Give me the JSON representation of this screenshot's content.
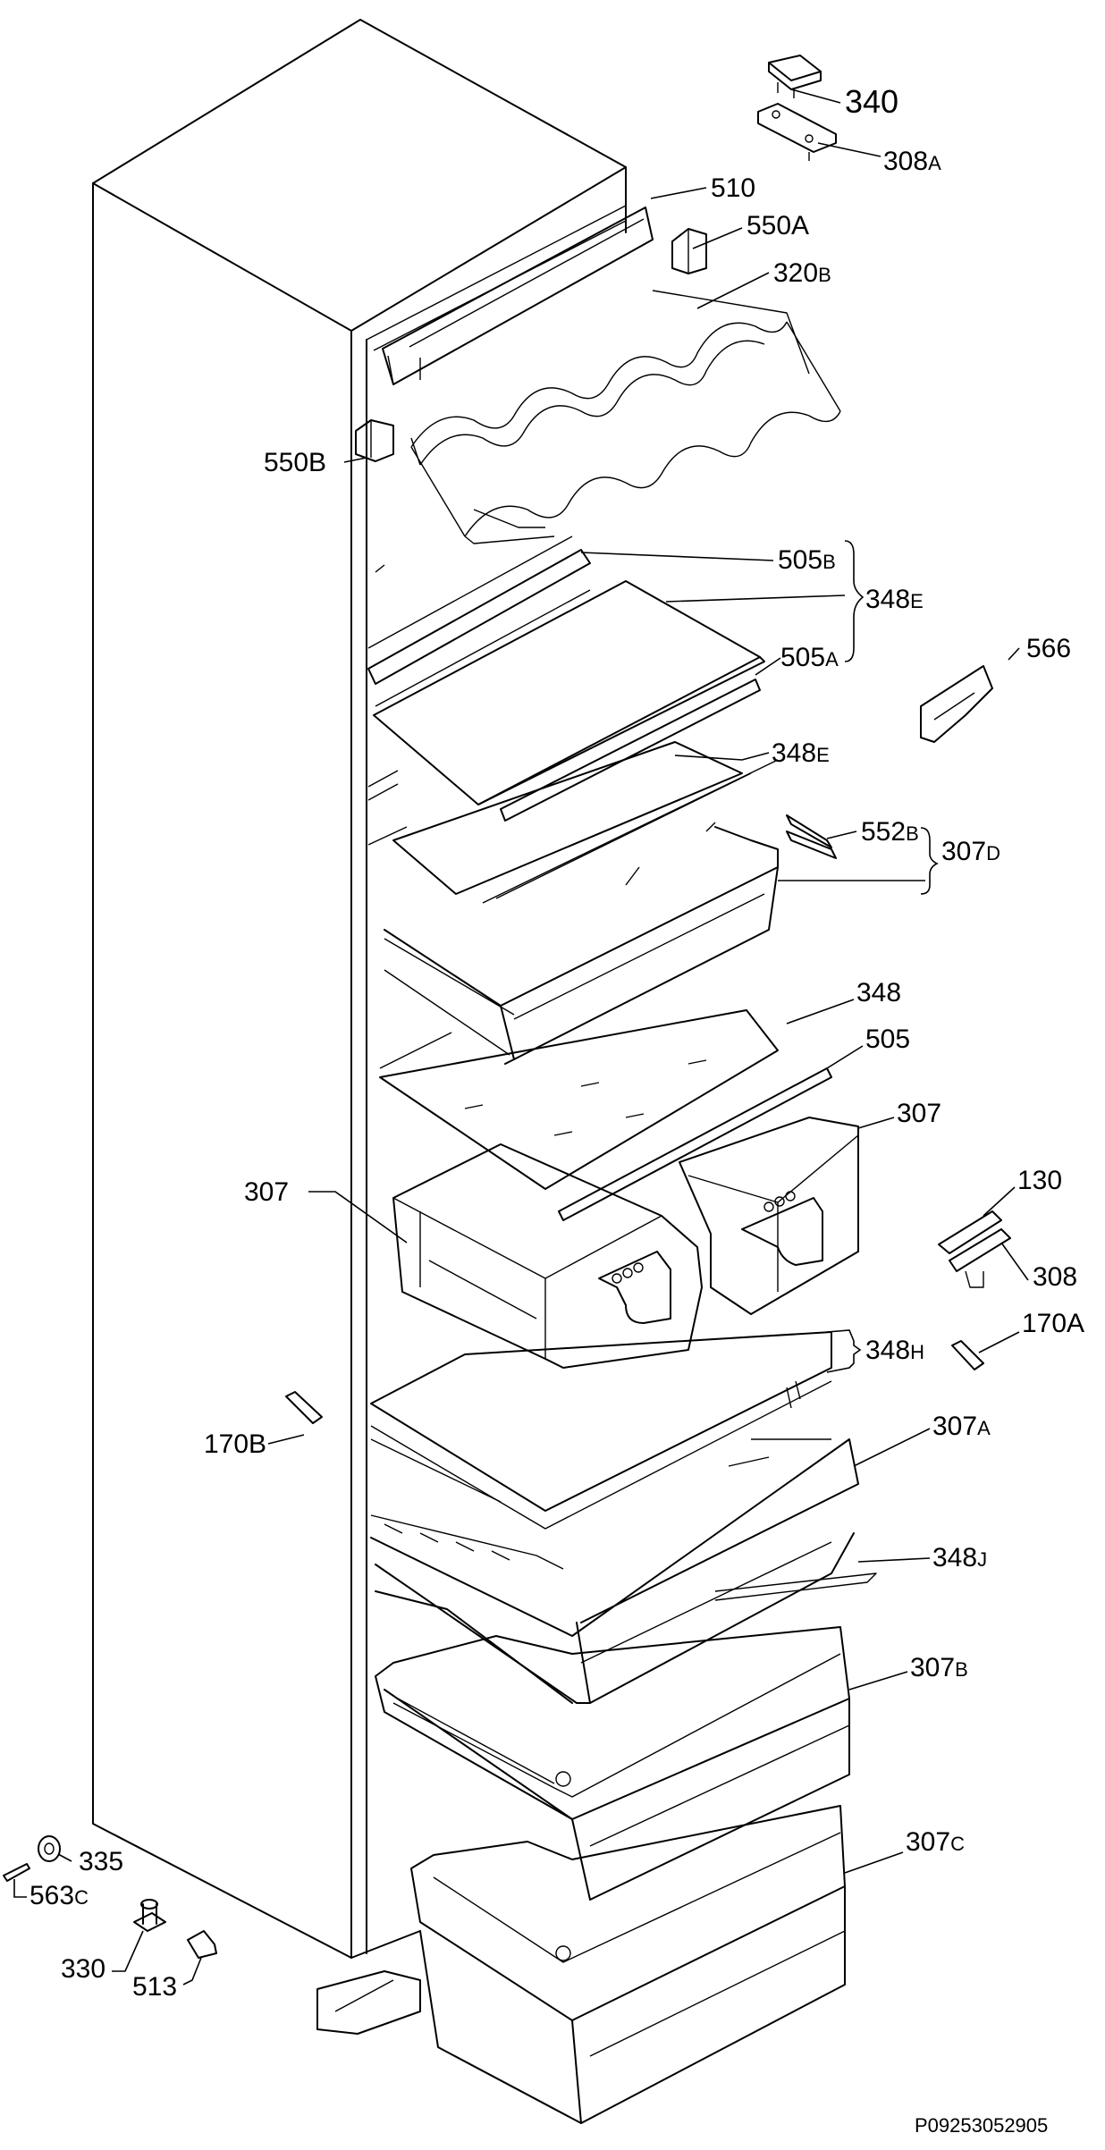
{
  "diagram": {
    "drawing_number": "P09253052905",
    "parts": [
      {
        "id": "p340",
        "num": "340",
        "suffix": ""
      },
      {
        "id": "p308a",
        "num": "308",
        "suffix": "A"
      },
      {
        "id": "p510",
        "num": "510",
        "suffix": ""
      },
      {
        "id": "p550a",
        "num": "550A",
        "suffix": ""
      },
      {
        "id": "p320b",
        "num": "320",
        "suffix": "B"
      },
      {
        "id": "p550b",
        "num": "550B",
        "suffix": ""
      },
      {
        "id": "p505b",
        "num": "505",
        "suffix": "B"
      },
      {
        "id": "p348e_top",
        "num": "348",
        "suffix": "E"
      },
      {
        "id": "p505a",
        "num": "505",
        "suffix": "A"
      },
      {
        "id": "p566",
        "num": "566",
        "suffix": ""
      },
      {
        "id": "p348e",
        "num": "348",
        "suffix": "E"
      },
      {
        "id": "p552b",
        "num": "552",
        "suffix": "B"
      },
      {
        "id": "p307d",
        "num": "307",
        "suffix": "D"
      },
      {
        "id": "p348",
        "num": "348",
        "suffix": ""
      },
      {
        "id": "p505",
        "num": "505",
        "suffix": ""
      },
      {
        "id": "p307_right",
        "num": "307",
        "suffix": ""
      },
      {
        "id": "p307_left",
        "num": "307",
        "suffix": ""
      },
      {
        "id": "p130",
        "num": "130",
        "suffix": ""
      },
      {
        "id": "p308",
        "num": "308",
        "suffix": ""
      },
      {
        "id": "p348h",
        "num": "348",
        "suffix": "H"
      },
      {
        "id": "p170a",
        "num": "170A",
        "suffix": ""
      },
      {
        "id": "p170b",
        "num": "170B",
        "suffix": ""
      },
      {
        "id": "p307a",
        "num": "307",
        "suffix": "A"
      },
      {
        "id": "p348j",
        "num": "348",
        "suffix": "J"
      },
      {
        "id": "p307b",
        "num": "307",
        "suffix": "B"
      },
      {
        "id": "p335",
        "num": "335",
        "suffix": ""
      },
      {
        "id": "p563c",
        "num": "563",
        "suffix": "C"
      },
      {
        "id": "p307c",
        "num": "307",
        "suffix": "C"
      },
      {
        "id": "p330",
        "num": "330",
        "suffix": ""
      },
      {
        "id": "p513",
        "num": "513",
        "suffix": ""
      }
    ]
  }
}
